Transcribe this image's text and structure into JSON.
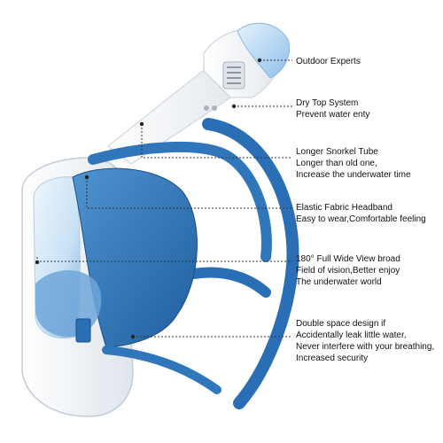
{
  "product": {
    "name": "full-face snorkel mask",
    "colors": {
      "accent": "#2a6fb5",
      "frame": "#f4f6f8",
      "lens_tint": "#9ec9ee"
    }
  },
  "callouts": [
    {
      "lines": [
        "Outdoor Experts"
      ]
    },
    {
      "lines": [
        "Dry Top System",
        "Prevent water enty"
      ]
    },
    {
      "lines": [
        "Longer Snorkel Tube",
        "Longer than old one,",
        "Increase the underwater time"
      ]
    },
    {
      "lines": [
        "Elastic Fabric Headband",
        "Easy to wear,Comfortable feeling"
      ]
    },
    {
      "lines": [
        "180° Full Wide View broad",
        "Field of vision,Better enjoy",
        "The underwater world"
      ]
    },
    {
      "lines": [
        "Double space design if",
        "Accidentally leak little water,",
        "Never interfere with your breathing,",
        "Increased security"
      ]
    }
  ]
}
